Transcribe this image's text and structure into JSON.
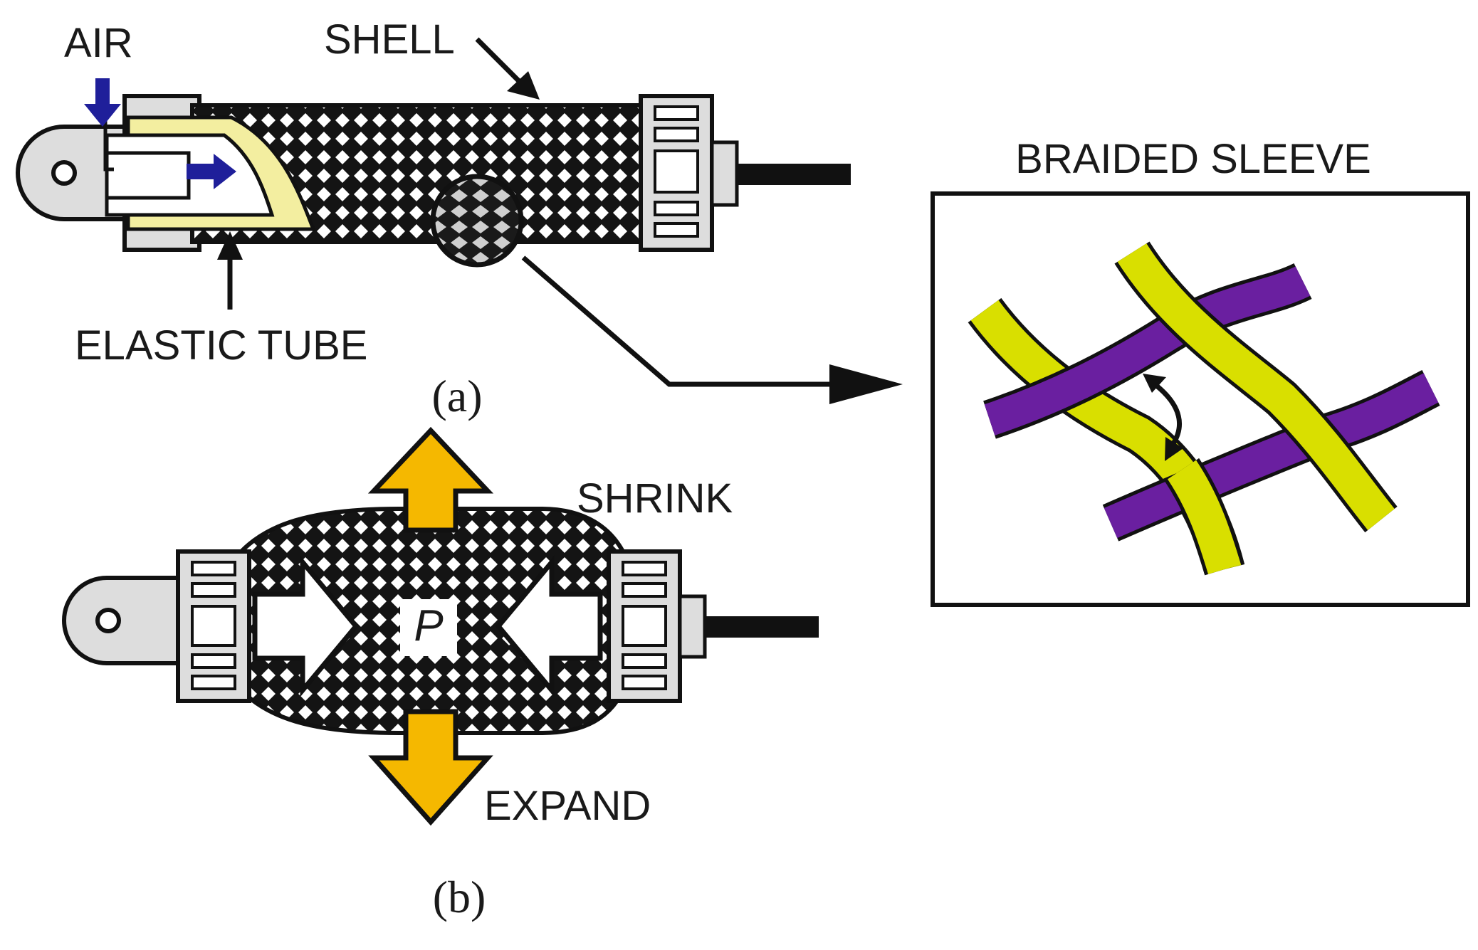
{
  "labels": {
    "air": "AIR",
    "shell": "SHELL",
    "elastic_tube": "ELASTIC TUBE",
    "braided_sleeve": "BRAIDED SLEEVE",
    "shrink": "SHRINK",
    "expand": "EXPAND",
    "pressure": "P"
  },
  "captions": {
    "a": "(a)",
    "b": "(b)"
  },
  "colors": {
    "air_arrow": "#1f1f9a",
    "elastic_tube": "#f3eea0",
    "yellow_arrow": "#f5b800",
    "strand_yellow": "#d9df00",
    "strand_purple": "#6a1fa0",
    "ink": "#111111",
    "metal": "#dddddd"
  }
}
